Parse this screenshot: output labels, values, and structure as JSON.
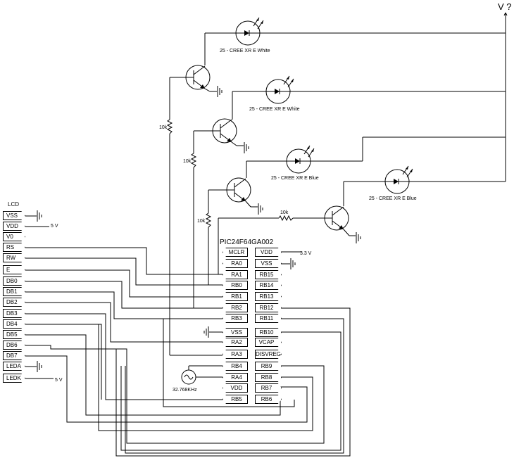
{
  "supply_label": "V ?",
  "mcu": {
    "name": "PIC24F64GA002",
    "left_pins": [
      "MCLR",
      "RA0",
      "RA1",
      "RB0",
      "RB1",
      "RB2",
      "RB3",
      "VSS",
      "RA2",
      "RA3",
      "RB4",
      "RA4",
      "VDD",
      "RB5"
    ],
    "right_pins": [
      "VDD",
      "VSS",
      "RB15",
      "RB14",
      "RB13",
      "RB12",
      "RB11",
      "RB10",
      "VCAP",
      "DISVREG",
      "RB9",
      "RB8",
      "RB7",
      "RB6"
    ],
    "vdd_supply": "3.3 V"
  },
  "lcd": {
    "title": "LCD",
    "pins": [
      "VSS",
      "VDD",
      "V0",
      "RS",
      "RW",
      "E",
      "DB0",
      "DB1",
      "DB2",
      "DB3",
      "DB4",
      "DB5",
      "DB6",
      "DB7",
      "LEDA",
      "LEDK"
    ],
    "vdd_supply": "5 V",
    "ledk_supply": "5 V"
  },
  "oscillator": {
    "label": "32.768KHz",
    "icon": "sine-source-icon"
  },
  "leds": [
    {
      "label": "25 - CREE XR E White"
    },
    {
      "label": "25 - CREE XR E White"
    },
    {
      "label": "25 - CREE XR E Blue"
    },
    {
      "label": "25 - CREE XR E Blue"
    }
  ],
  "resistors": [
    "10k",
    "10k",
    "10k",
    "10k"
  ],
  "icons": [
    "npn-transistor-icon",
    "led-icon",
    "resistor-icon",
    "ground-icon",
    "sine-source-icon"
  ]
}
